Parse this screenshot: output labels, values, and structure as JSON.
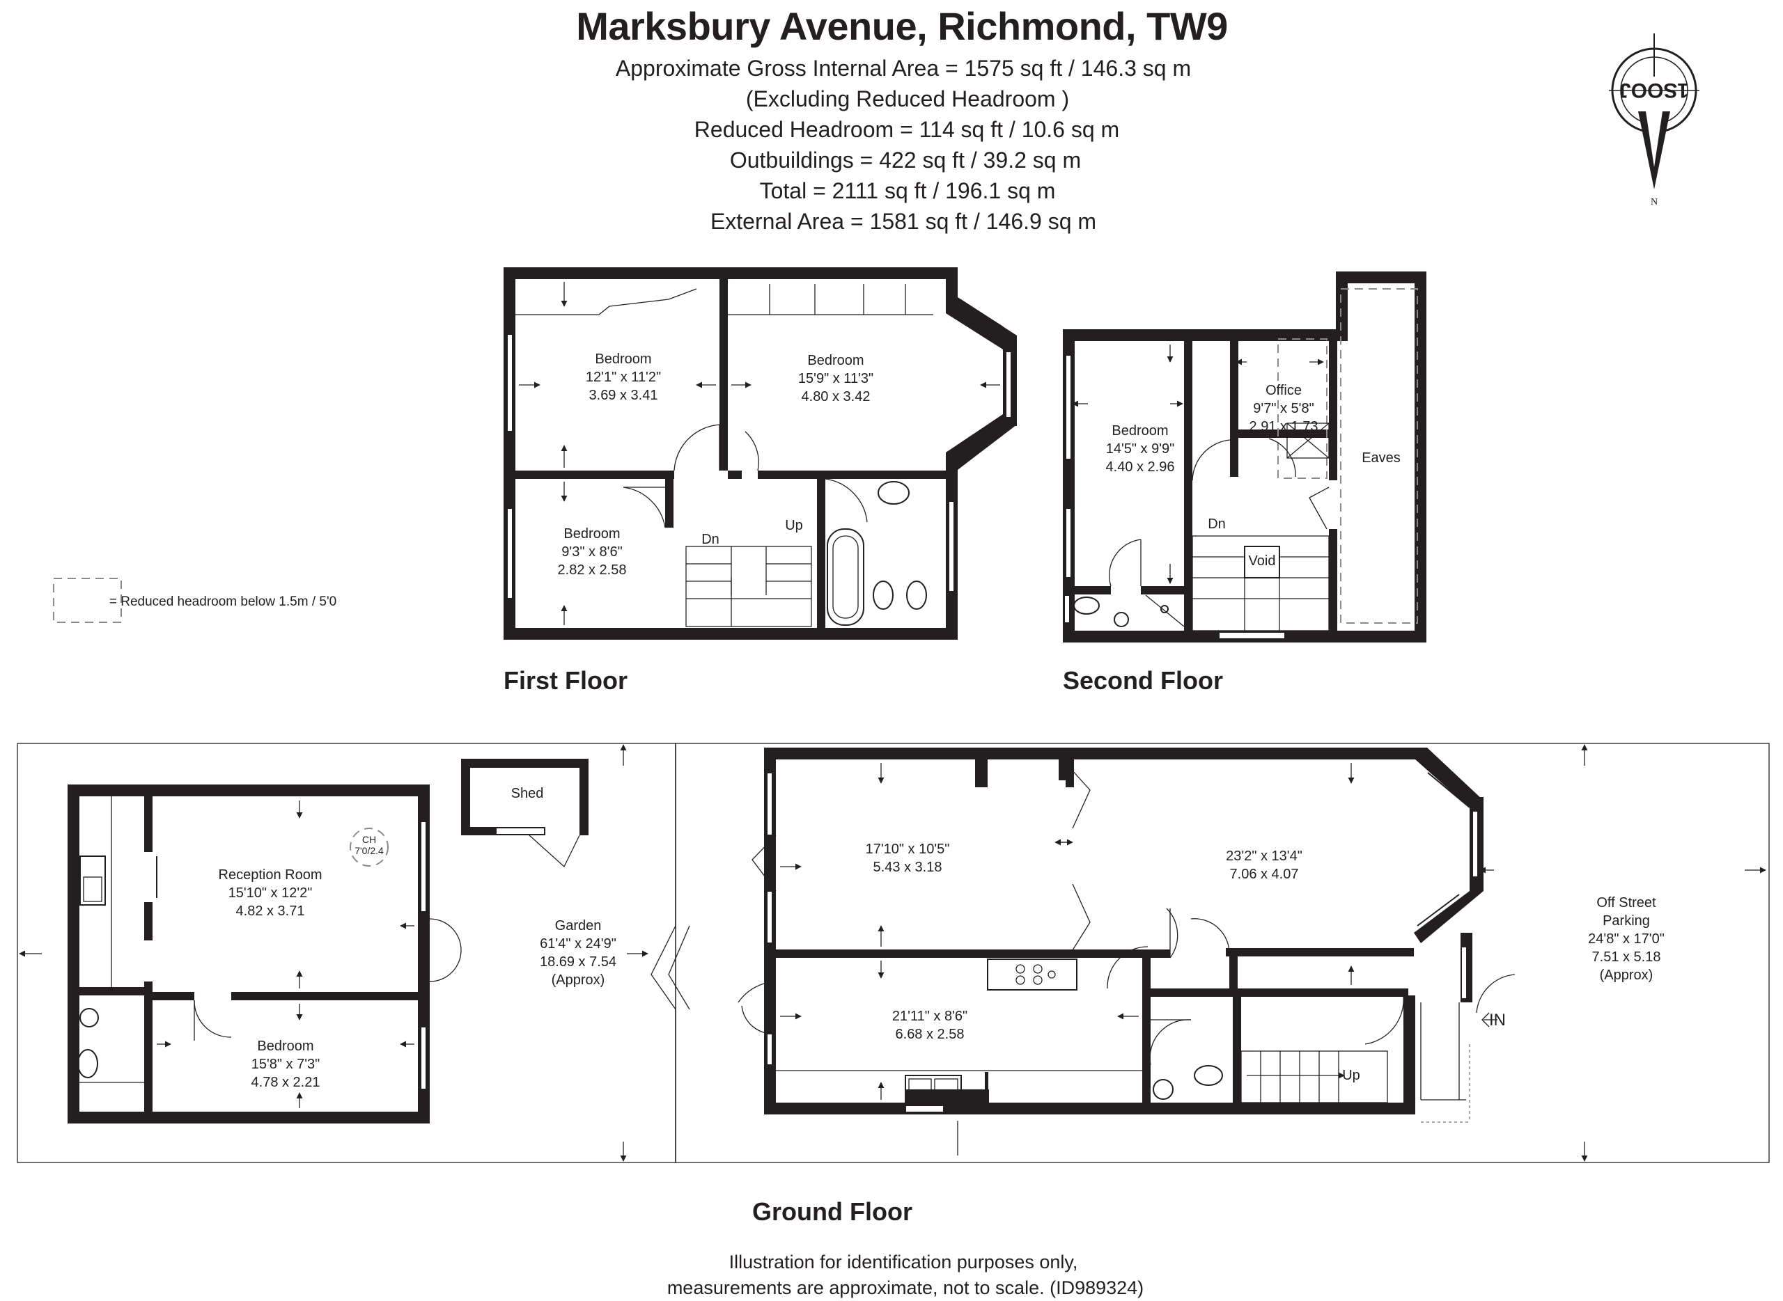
{
  "header": {
    "title": "Marksbury Avenue, Richmond, TW9",
    "lines": [
      "Approximate Gross Internal Area =  1575 sq ft / 146.3 sq m",
      "(Excluding Reduced Headroom )",
      "Reduced Headroom =  114 sq ft / 10.6 sq m",
      "Outbuildings = 422 sq ft / 39.2 sq m",
      "Total = 2111 sq ft / 196.1 sq m",
      "External Area = 1581 sq ft / 146.9 sq m"
    ]
  },
  "compass": {
    "logo": "1SOOJ",
    "north": "N"
  },
  "legend": {
    "text": "= Reduced headroom below 1.5m / 5'0"
  },
  "floors": {
    "first": "First Floor",
    "second": "Second Floor",
    "ground": "Ground Floor"
  },
  "rooms": {
    "ff_bed1": {
      "name": "Bedroom",
      "imperial": "12'1\" x 11'2\"",
      "metric": "3.69 x 3.41"
    },
    "ff_bed2": {
      "name": "Bedroom",
      "imperial": "15'9\" x 11'3\"",
      "metric": "4.80 x 3.42"
    },
    "ff_bed3": {
      "name": "Bedroom",
      "imperial": "9'3\" x 8'6\"",
      "metric": "2.82 x 2.58"
    },
    "sf_bed": {
      "name": "Bedroom",
      "imperial": "14'5\" x 9'9\"",
      "metric": "4.40 x 2.96"
    },
    "sf_office": {
      "name": "Office",
      "imperial": "9'7\" x 5'8\"",
      "metric": "2.91 x 1.73"
    },
    "sf_eaves": {
      "name": "Eaves"
    },
    "sf_void": {
      "name": "Void"
    },
    "gf_front": {
      "imperial": "17'10\" x 10'5\"",
      "metric": "5.43 x 3.18"
    },
    "gf_main": {
      "imperial": "23'2\" x 13'4\"",
      "metric": "7.06 x 4.07"
    },
    "gf_kitchen": {
      "imperial": "21'11\" x 8'6\"",
      "metric": "6.68 x 2.58"
    },
    "out_reception": {
      "name": "Reception Room",
      "imperial": "15'10\" x 12'2\"",
      "metric": "4.82 x 3.71"
    },
    "out_bedroom": {
      "name": "Bedroom",
      "imperial": "15'8\" x 7'3\"",
      "metric": "4.78 x 2.21"
    },
    "shed": {
      "name": "Shed"
    },
    "garden": {
      "name": "Garden",
      "imperial": "61'4\" x 24'9\"",
      "metric": "18.69 x 7.54",
      "note": "(Approx)"
    },
    "parking": {
      "name1": "Off Street",
      "name2": "Parking",
      "imperial": "24'8\" x 17'0\"",
      "metric": "7.51 x 5.18",
      "note": "(Approx)"
    }
  },
  "labels": {
    "ff_dn": "Dn",
    "ff_up": "Up",
    "sf_dn": "Dn",
    "gf_up": "Up",
    "gf_in": "IN",
    "ch_line1": "CH",
    "ch_line2": "7'0/2.4"
  },
  "disclaimer": [
    "Illustration for identification purposes only,",
    "measurements are approximate, not to scale. (ID989324)"
  ]
}
